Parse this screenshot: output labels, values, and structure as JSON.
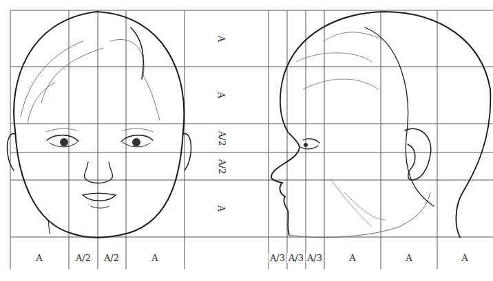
{
  "diagram": {
    "labels": [
      "A",
      "A",
      "A/2",
      "A/2",
      "A",
      "A",
      "A/2",
      "A/2",
      "A",
      "A/3",
      "A/3",
      "A/3",
      "A",
      "A",
      "A"
    ]
  }
}
